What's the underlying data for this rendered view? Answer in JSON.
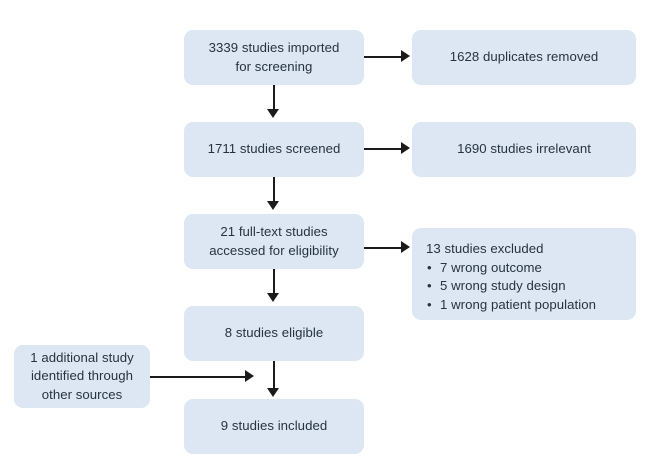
{
  "diagram": {
    "type": "prisma-flow-diagram",
    "colors": {
      "box_fill": "#dce7f3",
      "text": "#26343f",
      "connector": "#1b1b1b",
      "background": "#ffffff"
    },
    "nodes": {
      "imported": {
        "line1": "3339 studies imported",
        "line2": "for screening"
      },
      "duplicates": {
        "line1": "1628 duplicates removed"
      },
      "screened": {
        "line1": "1711 studies screened"
      },
      "irrelevant": {
        "line1": "1690 studies irrelevant"
      },
      "fulltext": {
        "line1": "21 full-text studies",
        "line2": "accessed for eligibility"
      },
      "excluded": {
        "header": "13 studies excluded",
        "reasons": [
          "7 wrong outcome",
          "5 wrong study design",
          "1 wrong patient population"
        ]
      },
      "eligible": {
        "line1": "8 studies eligible"
      },
      "additional": {
        "line1": "1 additional study",
        "line2": "identified through",
        "line3": "other sources"
      },
      "included": {
        "line1": "9 studies included"
      }
    }
  }
}
